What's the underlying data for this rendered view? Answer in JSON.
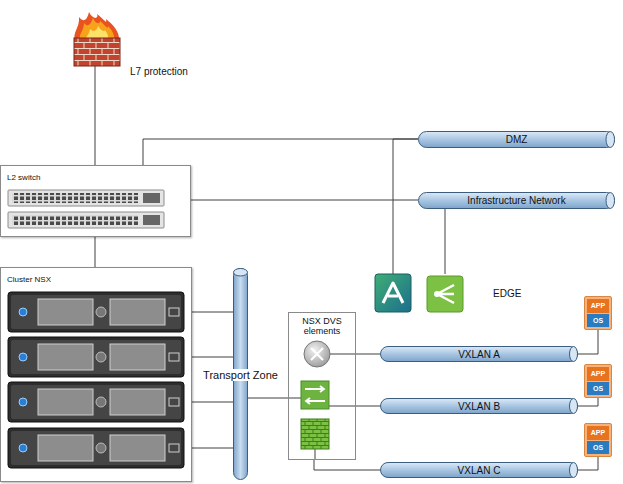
{
  "diagram": {
    "nodes": [
      {
        "text": [
          "L7 protection"
        ]
      },
      {
        "text": [
          "DMZ"
        ]
      },
      {
        "text": [
          "L2 switch"
        ]
      },
      {
        "text": [
          "Infrastructure Network"
        ]
      },
      {
        "text": [
          "Cluster NSX"
        ]
      },
      {
        "text": [
          "Transport Zone"
        ]
      },
      {
        "text": [
          "EDGE"
        ]
      },
      {
        "text": [
          "APP",
          "OS"
        ]
      },
      {
        "text": [
          "NSX DVS elements"
        ]
      },
      {
        "text": [
          "VXLAN A"
        ]
      },
      {
        "text": [
          "APP",
          "OS"
        ]
      },
      {
        "text": [
          "VXLAN B"
        ]
      },
      {
        "text": [
          "APP",
          "OS"
        ]
      },
      {
        "text": [
          "VXLAN C"
        ]
      }
    ],
    "edges": [
      {
        "from": 0,
        "to": 2,
        "arrow": "none"
      },
      {
        "from": 2,
        "to": 1,
        "arrow": "none"
      },
      {
        "from": 2,
        "to": 3,
        "arrow": "none"
      },
      {
        "from": 1,
        "to": 6,
        "arrow": "none"
      },
      {
        "from": 3,
        "to": 6,
        "arrow": "none"
      },
      {
        "from": 2,
        "to": 4,
        "arrow": "none"
      },
      {
        "from": 4,
        "to": 5,
        "arrow": "none"
      },
      {
        "from": 4,
        "to": 5,
        "arrow": "none"
      },
      {
        "from": 4,
        "to": 5,
        "arrow": "none"
      },
      {
        "from": 4,
        "to": 5,
        "arrow": "none"
      },
      {
        "from": 5,
        "to": 8,
        "arrow": "none"
      },
      {
        "from": 8,
        "to": 9,
        "arrow": "none"
      },
      {
        "from": 8,
        "to": 11,
        "arrow": "none"
      },
      {
        "from": 8,
        "to": 13,
        "arrow": "none"
      },
      {
        "from": 9,
        "to": 7,
        "arrow": "none"
      },
      {
        "from": 11,
        "to": 10,
        "arrow": "none"
      },
      {
        "from": 13,
        "to": 12,
        "arrow": "none"
      }
    ]
  }
}
